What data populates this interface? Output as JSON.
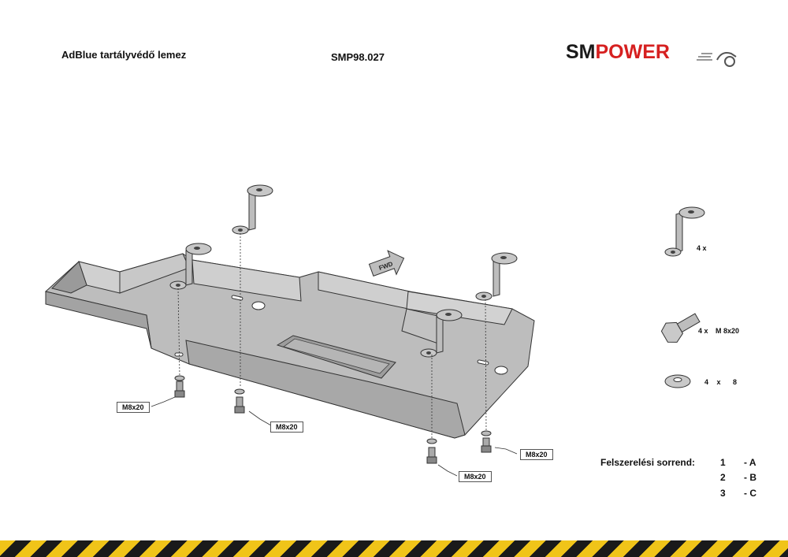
{
  "header": {
    "title": "AdBlue tartályvédő lemez",
    "code": "SMP98.027",
    "logo": {
      "part1": "SM",
      "part2": "POWER",
      "color1": "#1a1a1a",
      "color2": "#d62020"
    }
  },
  "bolt_labels": [
    "M8x20",
    "M8x20",
    "M8x20",
    "M8x20"
  ],
  "fwd_label": "FWD",
  "parts": [
    {
      "icon": "bracket-icon",
      "qty": "4 x",
      "spec": ""
    },
    {
      "icon": "bolt-icon",
      "qty": "4 x",
      "spec": "M 8x20"
    },
    {
      "icon": "washer-icon",
      "qty": "4 x",
      "spec": "8"
    }
  ],
  "assembly": {
    "heading": "Felszerelési sorrend:",
    "steps": [
      {
        "num": "1",
        "letter": "- A"
      },
      {
        "num": "2",
        "letter": "- B"
      },
      {
        "num": "3",
        "letter": "- C"
      }
    ]
  },
  "colors": {
    "plate": "#bdbdbd",
    "plate_dark": "#8f8f8f",
    "stripe_yellow": "#f0c419",
    "stripe_black": "#1a1a1a"
  }
}
